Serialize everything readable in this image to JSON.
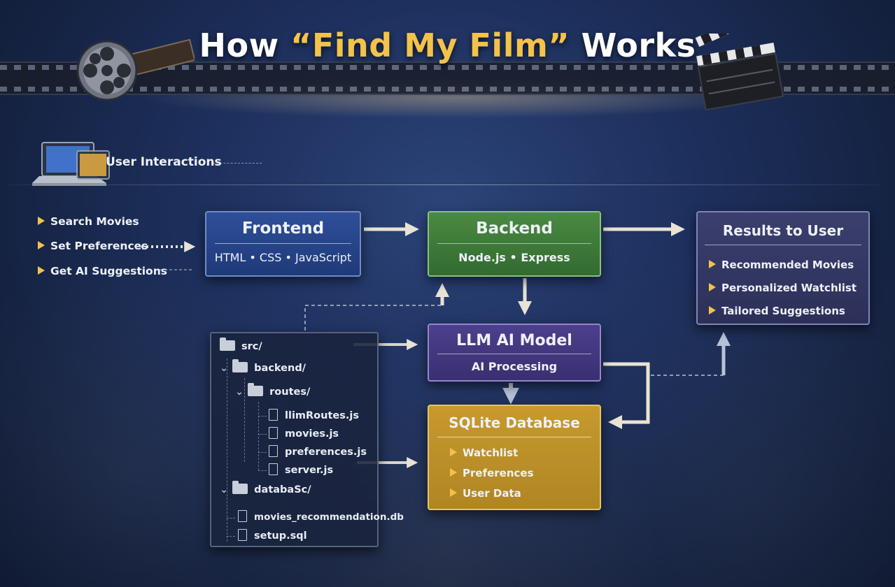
{
  "title": {
    "pre": "How ",
    "highlight": "“Find My Film”",
    "post": " Works"
  },
  "user_interactions": {
    "label": "User Interactions",
    "actions": [
      "Search Movies",
      "Set Preferences",
      "Get AI Suggestions"
    ]
  },
  "frontend": {
    "title": "Frontend",
    "subtitle": "HTML • CSS • JavaScript"
  },
  "backend": {
    "title": "Backend",
    "subtitle": "Node.js • Express"
  },
  "results": {
    "title": "Results to User",
    "items": [
      "Recommended Movies",
      "Personalized Watchlist",
      "Tailored Suggestions"
    ]
  },
  "llm": {
    "title": "LLM AI Model",
    "subtitle": "AI Processing"
  },
  "sqlite": {
    "title": "SQLite Database",
    "items": [
      "Watchlist",
      "Preferences",
      "User Data"
    ]
  },
  "file_tree": {
    "root": "src/",
    "backend": "backend/",
    "routes": "routes/",
    "route_files": [
      "llimRoutes.js",
      "movies.js",
      "preferences.js",
      "server.js"
    ],
    "database": "databaSc/",
    "db_files": [
      "movies_recommendation.db",
      "setup.sql"
    ]
  },
  "colors": {
    "accent": "#f3c24a",
    "frontend": "#2e4f98",
    "backend": "#4a8a42",
    "llm": "#4d3f8d",
    "sqlite": "#c79a2e",
    "results": "#3a3f6e",
    "arrow": "#e9e3d4"
  },
  "icons": [
    "film-reel-icon",
    "clapperboard-icon",
    "laptop-icon",
    "folder-icon",
    "file-icon",
    "bullet-triangle-icon"
  ]
}
